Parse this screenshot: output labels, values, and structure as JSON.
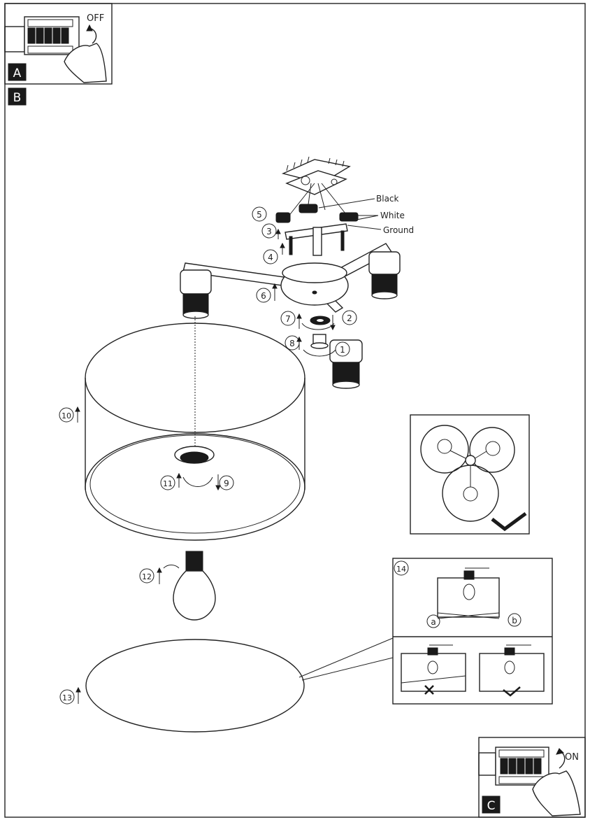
{
  "panels": {
    "a": {
      "letter": "A",
      "switch_label": "OFF"
    },
    "b": {
      "letter": "B"
    },
    "c": {
      "letter": "C",
      "switch_label": "ON"
    }
  },
  "wire_labels": {
    "black": "Black",
    "white": "White",
    "ground": "Ground"
  },
  "steps": [
    "1",
    "2",
    "3",
    "4",
    "5",
    "6",
    "7",
    "8",
    "9",
    "10",
    "11",
    "12",
    "13",
    "14"
  ],
  "detail_labels": {
    "a": "a",
    "b": "b"
  }
}
